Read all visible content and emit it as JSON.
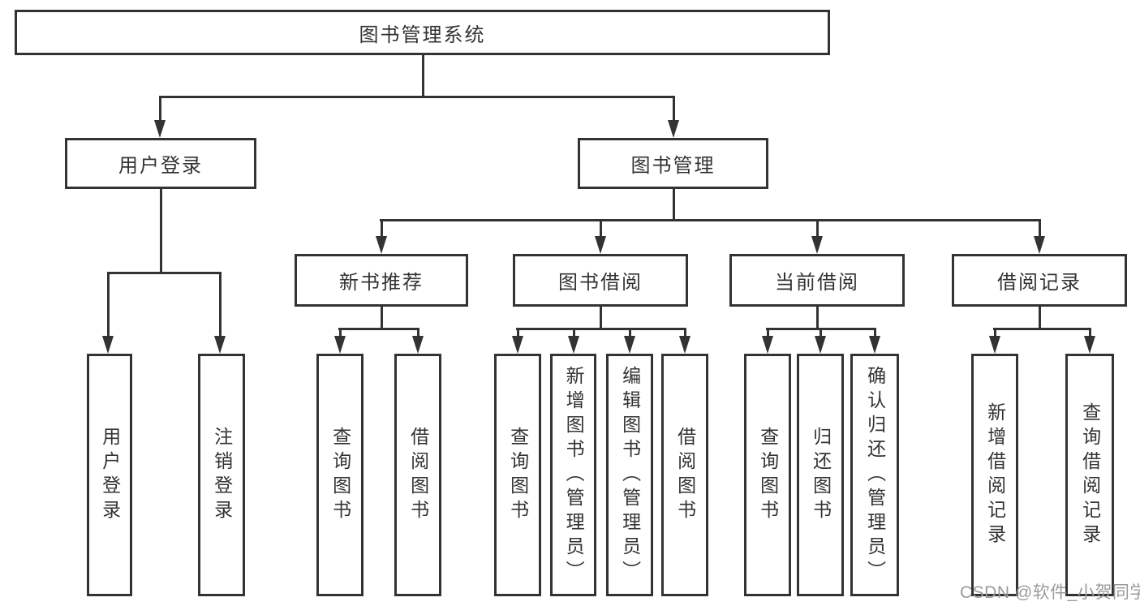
{
  "diagram_title": "图书管理系统",
  "nodes": {
    "root": {
      "label": "图书管理系统"
    },
    "level2": [
      {
        "label": "用户登录"
      },
      {
        "label": "图书管理"
      }
    ],
    "level3": [
      {
        "label": "新书推荐"
      },
      {
        "label": "图书借阅"
      },
      {
        "label": "当前借阅"
      },
      {
        "label": "借阅记录"
      }
    ],
    "leaves": [
      {
        "label": "用户登录"
      },
      {
        "label": "注销登录"
      },
      {
        "label": "查询图书"
      },
      {
        "label": "借阅图书"
      },
      {
        "label": "查询图书"
      },
      {
        "label": "新增图书（管理员）"
      },
      {
        "label": "编辑图书（管理员）"
      },
      {
        "label": "借阅图书"
      },
      {
        "label": "查询图书"
      },
      {
        "label": "归还图书"
      },
      {
        "label": "确认归还（管理员）"
      },
      {
        "label": "新增借阅记录"
      },
      {
        "label": "查询借阅记录"
      }
    ]
  },
  "watermark": {
    "text": "CSDN @软件_小贺同学"
  },
  "colors": {
    "line": "#333333",
    "box_border": "#333333",
    "box_fill": "#ffffff",
    "text": "#333333",
    "watermark": "#9b9b9b",
    "background": "#ffffff"
  }
}
